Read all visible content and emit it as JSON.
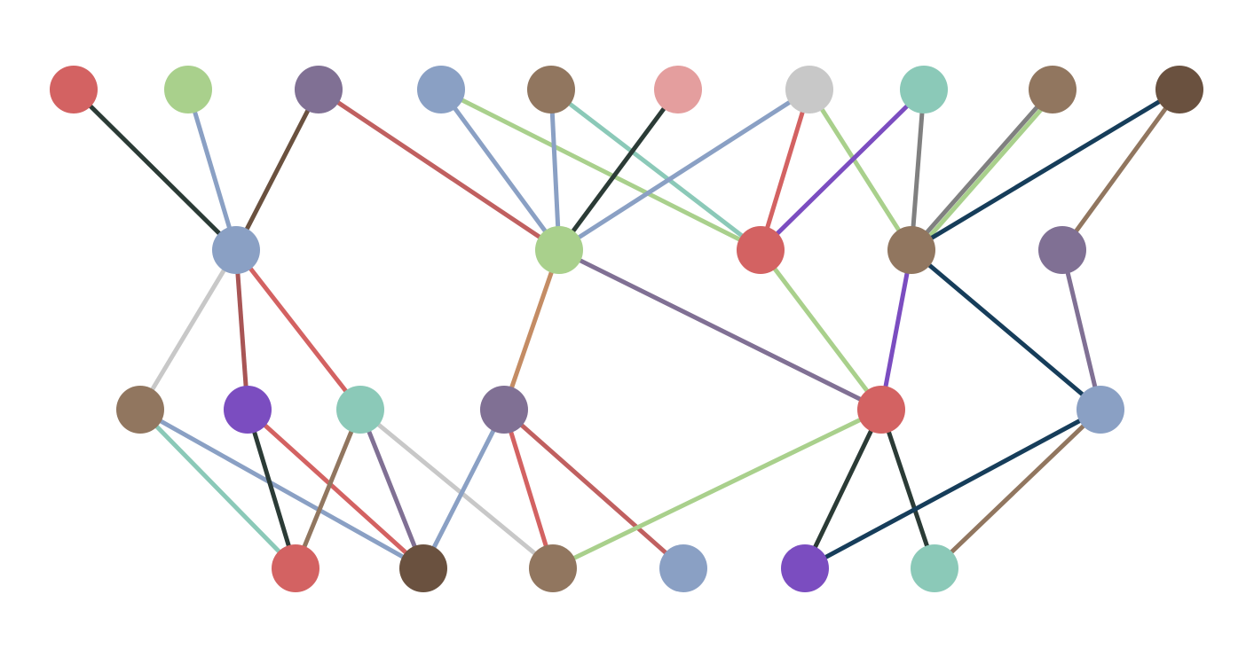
{
  "diagram": {
    "type": "layered-graph",
    "layers": [
      [
        "a0",
        "a1",
        "a2",
        "a3",
        "a4",
        "a5",
        "a6",
        "a7",
        "a8",
        "a9"
      ],
      [
        "b0",
        "b1",
        "b2",
        "b3",
        "b4"
      ],
      [
        "c0",
        "c1",
        "c2",
        "c3",
        "c4",
        "c5"
      ],
      [
        "d0",
        "d1",
        "d2",
        "d3",
        "d4",
        "d5"
      ]
    ],
    "nodes": {
      "a0": {
        "color": "#d36262"
      },
      "a1": {
        "color": "#a9d08c"
      },
      "a2": {
        "color": "#807094"
      },
      "a3": {
        "color": "#8aa0c4"
      },
      "a4": {
        "color": "#91765f"
      },
      "a5": {
        "color": "#e49e9e"
      },
      "a6": {
        "color": "#c8c8c8"
      },
      "a7": {
        "color": "#8bc9b8"
      },
      "a8": {
        "color": "#91765f"
      },
      "a9": {
        "color": "#6a513f"
      },
      "b0": {
        "color": "#8aa0c4"
      },
      "b1": {
        "color": "#a9d08c"
      },
      "b2": {
        "color": "#d36262"
      },
      "b3": {
        "color": "#91765f"
      },
      "b4": {
        "color": "#807094"
      },
      "c0": {
        "color": "#91765f"
      },
      "c1": {
        "color": "#7b4dc0"
      },
      "c2": {
        "color": "#8bc9b8"
      },
      "c3": {
        "color": "#807094"
      },
      "c4": {
        "color": "#d36262"
      },
      "c5": {
        "color": "#8aa0c4"
      },
      "d0": {
        "color": "#d36262"
      },
      "d1": {
        "color": "#6a513f"
      },
      "d2": {
        "color": "#91765f"
      },
      "d3": {
        "color": "#8aa0c4"
      },
      "d4": {
        "color": "#7b4dc0"
      },
      "d5": {
        "color": "#8bc9b8"
      }
    },
    "edges": [
      {
        "from": "a0",
        "to": "b0",
        "color": "#2b3b36"
      },
      {
        "from": "a1",
        "to": "b0",
        "color": "#8aa0c4"
      },
      {
        "from": "a2",
        "to": "b0",
        "color": "#6a513f"
      },
      {
        "from": "a2",
        "to": "b1",
        "color": "#c06060"
      },
      {
        "from": "a3",
        "to": "b1",
        "color": "#8aa0c4"
      },
      {
        "from": "a3",
        "to": "b2",
        "color": "#a9d08c"
      },
      {
        "from": "a4",
        "to": "b1",
        "color": "#8aa0c4"
      },
      {
        "from": "a4",
        "to": "b2",
        "color": "#8bc9b8"
      },
      {
        "from": "a5",
        "to": "b1",
        "color": "#2b3b36"
      },
      {
        "from": "a6",
        "to": "b1",
        "color": "#8aa0c4"
      },
      {
        "from": "a6",
        "to": "b2",
        "color": "#d36262"
      },
      {
        "from": "a6",
        "to": "b3",
        "color": "#a9d08c"
      },
      {
        "from": "a7",
        "to": "b2",
        "color": "#7b4dc0"
      },
      {
        "from": "a7",
        "to": "b3",
        "color": "#808080"
      },
      {
        "from": "a8",
        "to": "b3",
        "color": "#808080"
      },
      {
        "from": "a8",
        "to": "b3",
        "color": "#a9d08c"
      },
      {
        "from": "a9",
        "to": "b3",
        "color": "#163d5a"
      },
      {
        "from": "a9",
        "to": "b4",
        "color": "#91765f"
      },
      {
        "from": "b0",
        "to": "c0",
        "color": "#c8c8c8"
      },
      {
        "from": "b0",
        "to": "c1",
        "color": "#a85555"
      },
      {
        "from": "b0",
        "to": "c2",
        "color": "#d36262"
      },
      {
        "from": "b1",
        "to": "c3",
        "color": "#c48c64"
      },
      {
        "from": "b1",
        "to": "c4",
        "color": "#807094"
      },
      {
        "from": "b2",
        "to": "c4",
        "color": "#a9d08c"
      },
      {
        "from": "b3",
        "to": "c4",
        "color": "#7b4dc0"
      },
      {
        "from": "b3",
        "to": "c5",
        "color": "#163d5a"
      },
      {
        "from": "b4",
        "to": "c5",
        "color": "#807094"
      },
      {
        "from": "c0",
        "to": "d0",
        "color": "#8bc9b8"
      },
      {
        "from": "c0",
        "to": "d1",
        "color": "#8aa0c4"
      },
      {
        "from": "c1",
        "to": "d0",
        "color": "#2b3b36"
      },
      {
        "from": "c1",
        "to": "d1",
        "color": "#d36262"
      },
      {
        "from": "c2",
        "to": "d0",
        "color": "#91765f"
      },
      {
        "from": "c2",
        "to": "d1",
        "color": "#807094"
      },
      {
        "from": "c2",
        "to": "d2",
        "color": "#c8c8c8"
      },
      {
        "from": "c3",
        "to": "d1",
        "color": "#8aa0c4"
      },
      {
        "from": "c3",
        "to": "d2",
        "color": "#d36262"
      },
      {
        "from": "c3",
        "to": "d3",
        "color": "#c06060"
      },
      {
        "from": "c4",
        "to": "d2",
        "color": "#a9d08c"
      },
      {
        "from": "c4",
        "to": "d4",
        "color": "#2b3b36"
      },
      {
        "from": "c4",
        "to": "d5",
        "color": "#2b3b36"
      },
      {
        "from": "c5",
        "to": "d4",
        "color": "#163d5a"
      },
      {
        "from": "c5",
        "to": "d5",
        "color": "#91765f"
      }
    ]
  }
}
